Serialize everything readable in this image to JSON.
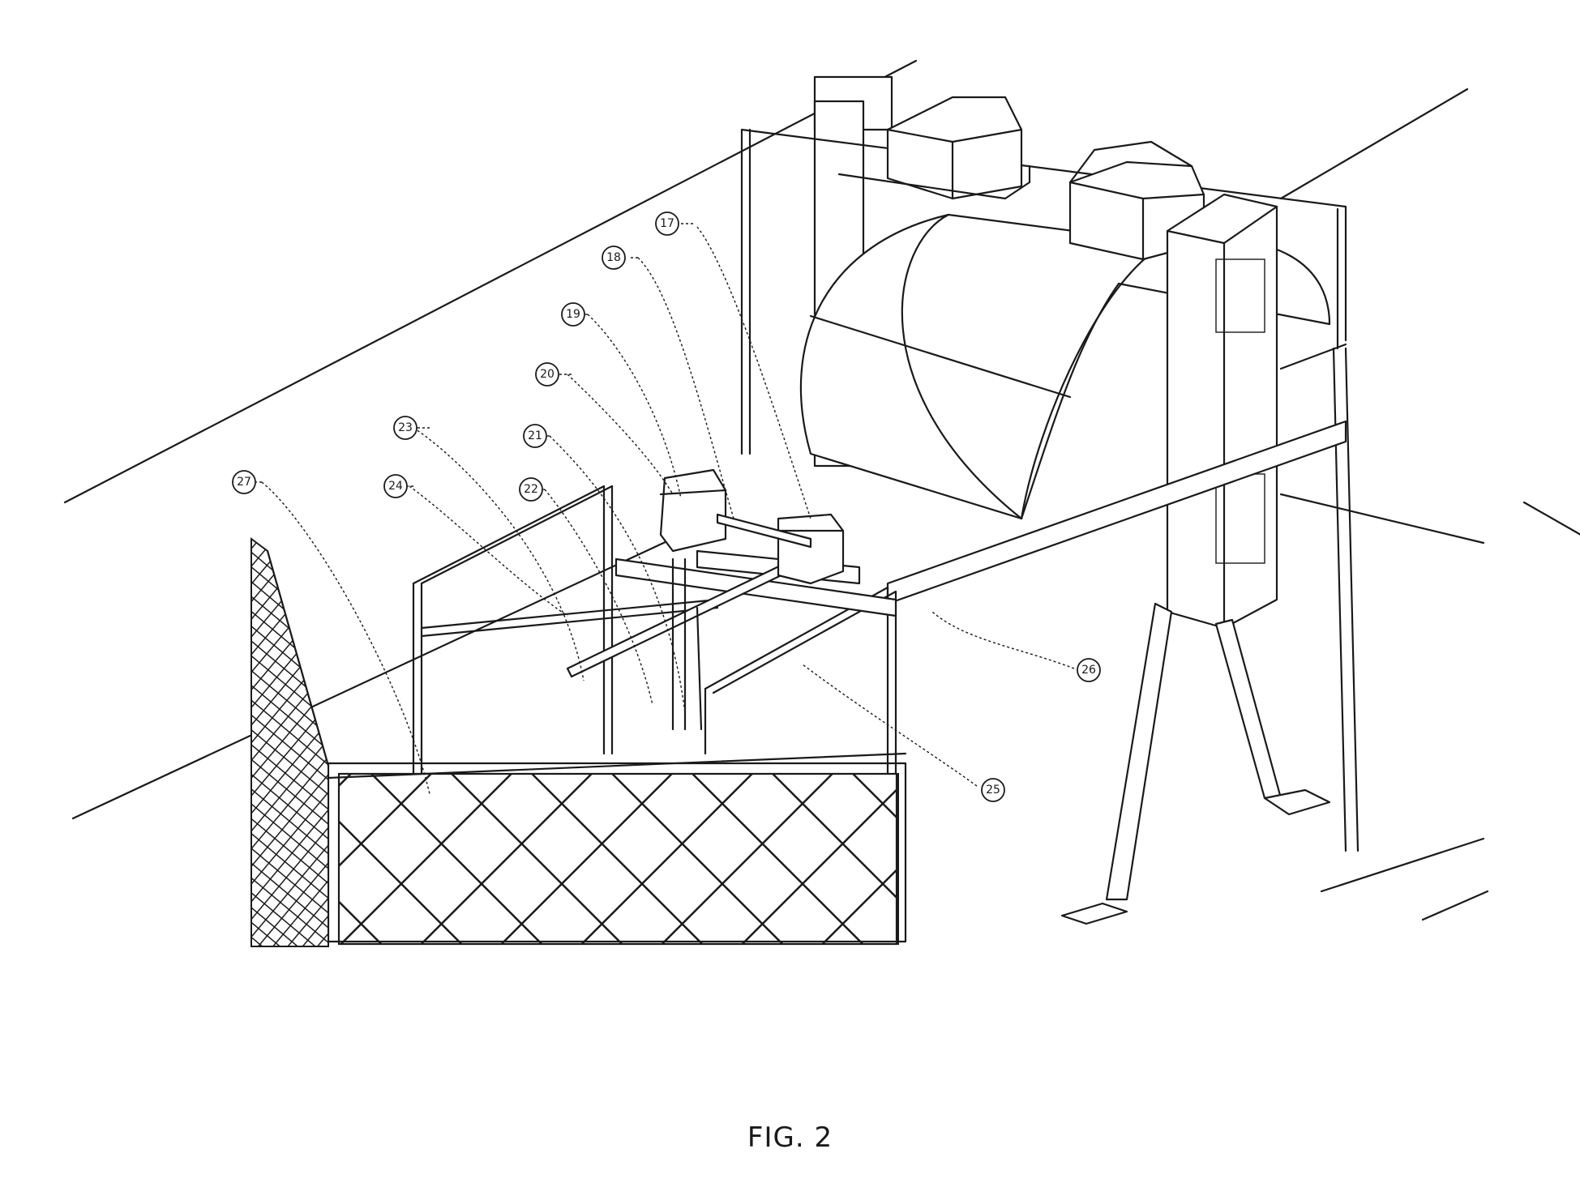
{
  "figure": {
    "caption": "FIG. 2"
  },
  "callouts": [
    {
      "id": "17",
      "label": "17"
    },
    {
      "id": "18",
      "label": "18"
    },
    {
      "id": "19",
      "label": "19"
    },
    {
      "id": "20",
      "label": "20"
    },
    {
      "id": "21",
      "label": "21"
    },
    {
      "id": "22",
      "label": "22"
    },
    {
      "id": "23",
      "label": "23"
    },
    {
      "id": "24",
      "label": "24"
    },
    {
      "id": "25",
      "label": "25"
    },
    {
      "id": "26",
      "label": "26"
    },
    {
      "id": "27",
      "label": "27"
    }
  ]
}
